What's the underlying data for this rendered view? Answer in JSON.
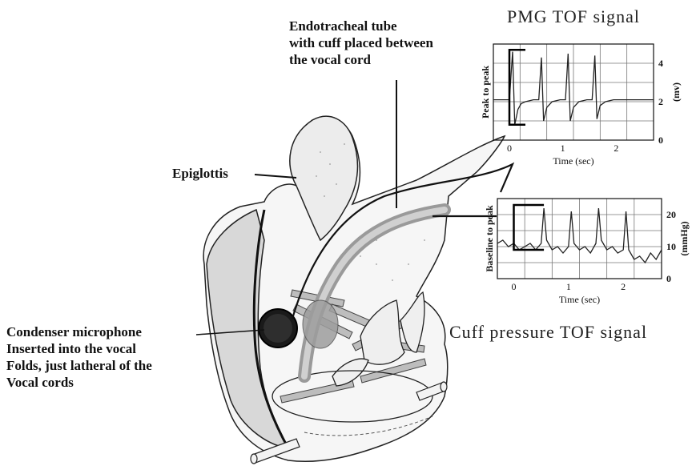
{
  "labels": {
    "endotracheal": [
      "Endotracheal tube",
      "with cuff placed between",
      "the vocal cord"
    ],
    "epiglottis": "Epiglottis",
    "microphone": [
      "Condenser microphone",
      "Inserted into the vocal",
      "Folds, just latheral of the",
      "Vocal cords"
    ]
  },
  "chart_data": [
    {
      "type": "line",
      "title": "PMG TOF signal",
      "xlabel": "Time (sec)",
      "ylabel_left": "Peak to peak",
      "ylabel_right": "(mv)",
      "xlim": [
        -0.3,
        2.7
      ],
      "ylim": [
        0,
        5
      ],
      "xticks": [
        "0",
        "1",
        "2"
      ],
      "yticks": [
        "0",
        "2",
        "4"
      ],
      "series": [
        {
          "x": [
            -0.3,
            0.0,
            0.06,
            0.1,
            0.16,
            0.22,
            0.3,
            0.45,
            0.55,
            0.6,
            0.64,
            0.7,
            0.8,
            0.95,
            1.05,
            1.1,
            1.14,
            1.2,
            1.3,
            1.45,
            1.55,
            1.6,
            1.64,
            1.7,
            1.8,
            1.95,
            2.2,
            2.7
          ],
          "y": [
            2.1,
            2.1,
            4.6,
            0.8,
            1.6,
            1.9,
            2.0,
            2.1,
            2.1,
            4.3,
            1.0,
            1.7,
            2.0,
            2.1,
            2.1,
            4.5,
            1.0,
            1.7,
            2.0,
            2.1,
            2.1,
            4.4,
            1.1,
            1.8,
            2.0,
            2.1,
            2.1,
            2.1
          ]
        }
      ]
    },
    {
      "type": "line",
      "title": "Cuff pressure TOF signal",
      "xlabel": "Time (sec)",
      "ylabel_left": "Baseline to peak",
      "ylabel_right": "(mmHg)",
      "xlim": [
        -0.3,
        2.7
      ],
      "ylim": [
        0,
        25
      ],
      "xticks": [
        "0",
        "1",
        "2"
      ],
      "yticks": [
        "0",
        "10",
        "20"
      ],
      "series": [
        {
          "x": [
            -0.3,
            -0.2,
            -0.1,
            0.0,
            0.1,
            0.2,
            0.3,
            0.4,
            0.5,
            0.55,
            0.6,
            0.7,
            0.8,
            0.9,
            1.0,
            1.05,
            1.1,
            1.2,
            1.3,
            1.4,
            1.5,
            1.55,
            1.6,
            1.7,
            1.8,
            1.9,
            2.0,
            2.05,
            2.1,
            2.2,
            2.3,
            2.4,
            2.5,
            2.6,
            2.7
          ],
          "y": [
            11,
            12,
            10,
            11,
            9,
            10,
            11,
            9,
            11,
            22,
            12,
            9,
            10,
            8,
            10,
            21,
            11,
            9,
            10,
            8,
            11,
            22,
            12,
            9,
            10,
            8,
            9,
            21,
            9,
            6,
            7,
            5,
            8,
            6,
            9
          ]
        }
      ]
    }
  ]
}
